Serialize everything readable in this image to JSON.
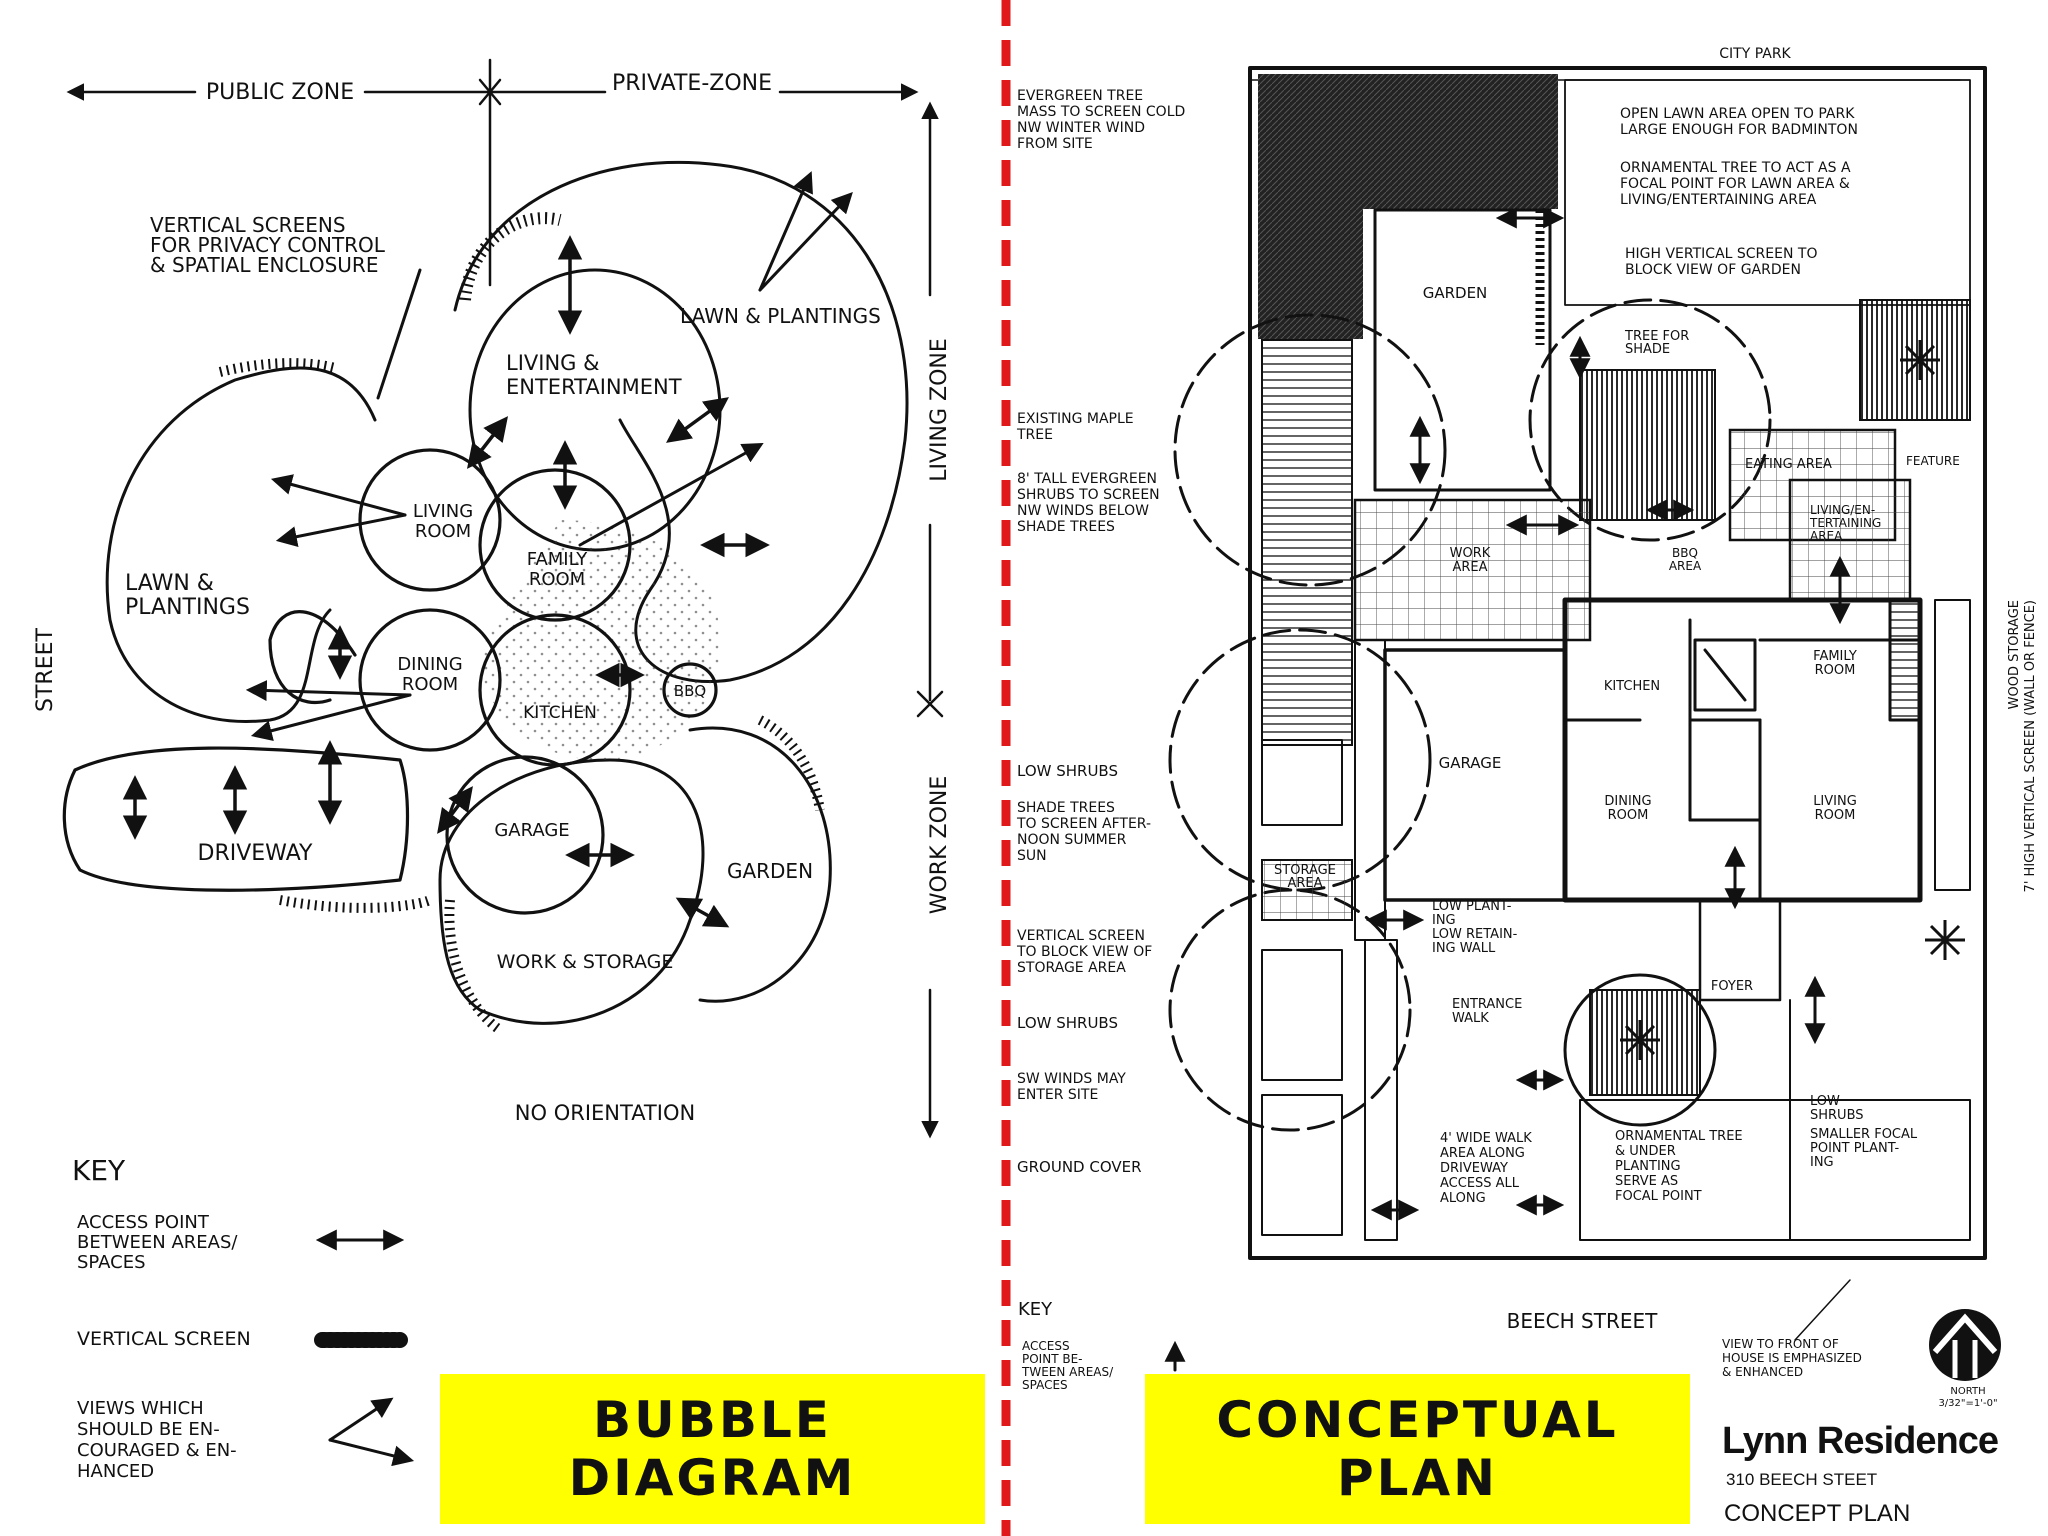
{
  "colors": {
    "ink": "#111111",
    "divider": "#e0181a",
    "title_bg": "#ffff00",
    "background": "#ffffff"
  },
  "bubble": {
    "zones": {
      "public": "PUBLIC ZONE",
      "private": "PRIVATE-ZONE",
      "living": "LIVING ZONE",
      "work": "WORK ZONE",
      "street": "STREET"
    },
    "annotations": {
      "vertical_screens": [
        "VERTICAL SCREENS",
        "FOR PRIVACY CONTROL",
        "& SPATIAL ENCLOSURE"
      ],
      "no_orientation": "NO ORIENTATION"
    },
    "areas": {
      "lawn_plantings_right": "LAWN & PLANTINGS",
      "living_entertainment": [
        "LIVING &",
        "ENTERTAINMENT"
      ],
      "living_room": [
        "LIVING",
        "ROOM"
      ],
      "family_room": [
        "FAMILY",
        "ROOM"
      ],
      "lawn_plantings_left": [
        "LAWN &",
        "PLANTINGS"
      ],
      "dining_room": [
        "DINING",
        "ROOM"
      ],
      "kitchen": "KITCHEN",
      "bbq": "BBQ",
      "driveway": "DRIVEWAY",
      "garage": "GARAGE",
      "garden": "GARDEN",
      "work_storage": "WORK & STORAGE"
    },
    "key": {
      "title": "KEY",
      "access": [
        "ACCESS POINT",
        "BETWEEN AREAS/",
        "SPACES"
      ],
      "screen": "VERTICAL SCREEN",
      "views": [
        "VIEWS WHICH",
        "SHOULD BE EN-",
        "COURAGED & EN-",
        "HANCED"
      ]
    },
    "title": [
      "BUBBLE",
      "DIAGRAM"
    ]
  },
  "concept": {
    "top_label": "CITY PARK",
    "bottom_label": "BEECH STREET",
    "notes_left": {
      "evergreen": [
        "EVERGREEN TREE",
        "MASS TO SCREEN COLD",
        "NW WINTER WIND",
        "FROM SITE"
      ],
      "maple": [
        "EXISTING MAPLE",
        "TREE"
      ],
      "shrubs": [
        "8' TALL EVERGREEN",
        "SHRUBS TO SCREEN",
        "NW WINDS BELOW",
        "SHADE TREES"
      ],
      "low_shrubs_1": "LOW SHRUBS",
      "shade_trees": [
        "SHADE TREES",
        "TO SCREEN AFTER-",
        "NOON SUMMER",
        "SUN"
      ],
      "vertical_screen": [
        "VERTICAL SCREEN",
        "TO BLOCK VIEW OF",
        "STORAGE AREA"
      ],
      "low_shrubs_2": "LOW SHRUBS",
      "sw_winds": [
        "SW WINDS MAY",
        "ENTER SITE"
      ],
      "ground_cover": "GROUND COVER"
    },
    "notes_top_right": {
      "open_lawn": [
        "OPEN LAWN AREA OPEN TO PARK",
        "LARGE ENOUGH FOR BADMINTON"
      ],
      "ornamental": [
        "ORNAMENTAL TREE TO ACT AS A",
        "FOCAL POINT FOR LAWN AREA &",
        "LIVING/ENTERTAINING AREA"
      ],
      "high_screen": [
        "HIGH VERTICAL SCREEN TO",
        "BLOCK VIEW OF GARDEN"
      ]
    },
    "areas": {
      "garden": "GARDEN",
      "tree_for_shade": [
        "TREE FOR",
        "SHADE"
      ],
      "eating_area": "EATING AREA",
      "feature": "FEATURE",
      "living_entertaining": [
        "LIVING/EN-",
        "TERTAINING",
        "AREA"
      ],
      "work_area": [
        "WORK",
        "AREA"
      ],
      "bbq_area": [
        "BBQ",
        "AREA"
      ],
      "kitchen": "KITCHEN",
      "family_room": [
        "FAMILY",
        "ROOM"
      ],
      "garage": "GARAGE",
      "dining_room": [
        "DINING",
        "ROOM"
      ],
      "living_room": [
        "LIVING",
        "ROOM"
      ],
      "storage_area": [
        "STORAGE",
        "AREA"
      ],
      "foyer": "FOYER"
    },
    "notes_center": {
      "low_planting": [
        "LOW PLANT-",
        "ING",
        "LOW RETAIN-",
        "ING WALL"
      ],
      "entrance_walk": [
        "ENTRANCE",
        "WALK"
      ],
      "walk_area": [
        "4' WIDE WALK",
        "AREA ALONG",
        "DRIVEWAY",
        "ACCESS ALL",
        "ALONG"
      ],
      "ornamental_tree": [
        "ORNAMENTAL TREE",
        "& UNDER",
        "PLANTING",
        "SERVE AS",
        "FOCAL POINT"
      ],
      "low_shrubs": [
        "LOW",
        "SHRUBS"
      ],
      "smaller_focal": [
        "SMALLER FOCAL",
        "POINT PLANT-",
        "ING"
      ],
      "wood_storage": [
        "WOOD STORAGE",
        "7' HIGH VERTICAL SCREEN (WALL OR FENCE)"
      ]
    },
    "key": {
      "title": "KEY",
      "access": [
        "ACCESS",
        "POINT BE-",
        "TWEEN AREAS/",
        "SPACES"
      ]
    },
    "view_note": [
      "VIEW TO FRONT OF",
      "HOUSE IS EMPHASIZED",
      "& ENHANCED"
    ],
    "north": {
      "label": "NORTH",
      "scale": "3/32\"=1'-0\""
    },
    "project": {
      "name": "Lynn Residence",
      "address": "310 BEECH STEET",
      "sheet": "CONCEPT PLAN"
    },
    "title": [
      "CONCEPTUAL",
      "PLAN"
    ]
  }
}
